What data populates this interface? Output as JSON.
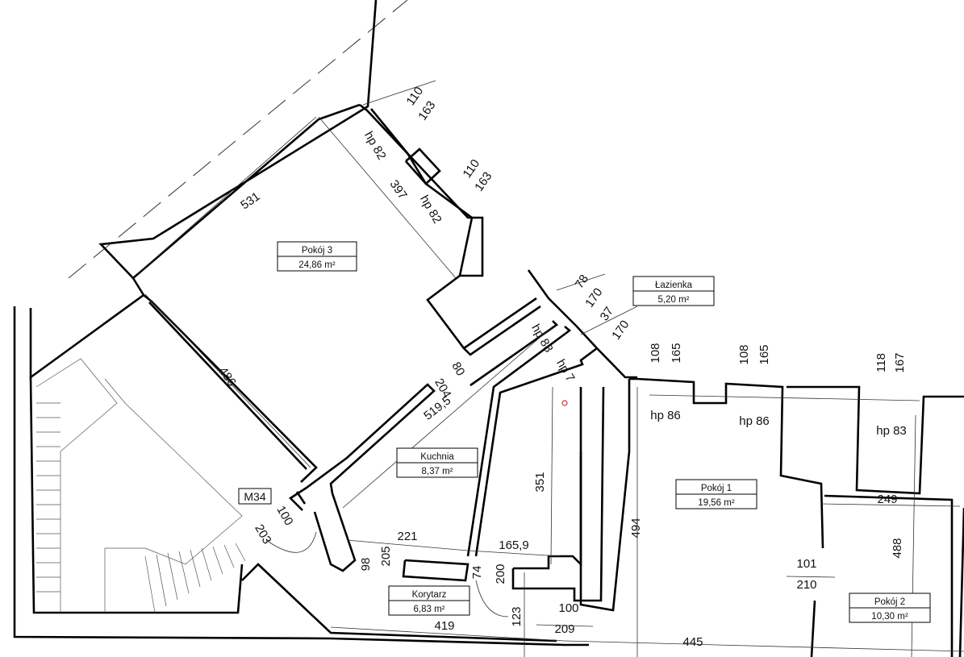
{
  "rooms": [
    {
      "name": "Pokój 3",
      "area": "24,86 m²"
    },
    {
      "name": "Łazienka",
      "area": "5,20 m²"
    },
    {
      "name": "Kuchnia",
      "area": "8,37 m²"
    },
    {
      "name": "Pokój 1",
      "area": "19,56 m²"
    },
    {
      "name": "Korytarz",
      "area": "6,83 m²"
    },
    {
      "name": "Pokój 2",
      "area": "10,30 m²"
    }
  ],
  "unit_label": "M34",
  "dimensions": [
    "110",
    "163",
    "hp 82",
    "110",
    "163",
    "397",
    "hp 82",
    "531",
    "486",
    "78",
    "170",
    "37",
    "170",
    "hp 88",
    "hp 7",
    "80",
    "204",
    "519,5",
    "108",
    "165",
    "108",
    "165",
    "118",
    "167",
    "hp 86",
    "hp 86",
    "hp 83",
    "351",
    "494",
    "488",
    "249",
    "100",
    "203",
    "221",
    "165,9",
    "98",
    "205",
    "74",
    "200",
    "101",
    "210",
    "123",
    "100",
    "209",
    "419",
    "445"
  ]
}
